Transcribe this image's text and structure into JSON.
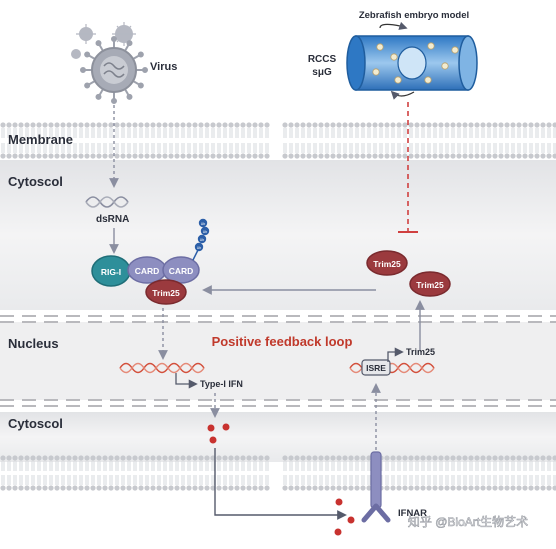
{
  "compartments": {
    "membrane_top": "Membrane",
    "cytosol_top": "Cytoscol",
    "nucleus": "Nucleus",
    "cytosol_bottom": "Cytoscol"
  },
  "left_pathway": {
    "virus": "Virus",
    "dsrna": "dsRNA",
    "rig_i": "RIG-I",
    "card_1": "CARD",
    "card_2": "CARD",
    "trim25": "Trim25",
    "ub_tags": [
      "Ub",
      "Ub",
      "Ub",
      "Ub"
    ],
    "type_i_ifn": "Type-I IFN"
  },
  "right_pathway": {
    "zebrafish_model": "Zebrafish embryo model",
    "rccs_line1": "RCCS",
    "rccs_line2": "sμG",
    "trim25_a": "Trim25",
    "trim25_b": "Trim25",
    "trim25_gene": "Trim25",
    "isre": "ISRE",
    "ifnar": "IFNAR"
  },
  "loop_label": "Positive feedback loop",
  "watermark": "知乎 @BioArt生物艺术",
  "colors": {
    "protein_red": "#9b3a3e",
    "protein_purple": "#8d8ec0",
    "rig_teal": "#2e8f9a",
    "loop_red": "#c0392b",
    "inhibit_red": "#d04040",
    "arrow_gray": "#8a8ea0",
    "dna_red": "#d3503c",
    "ub_blue": "#2c5fa8"
  }
}
